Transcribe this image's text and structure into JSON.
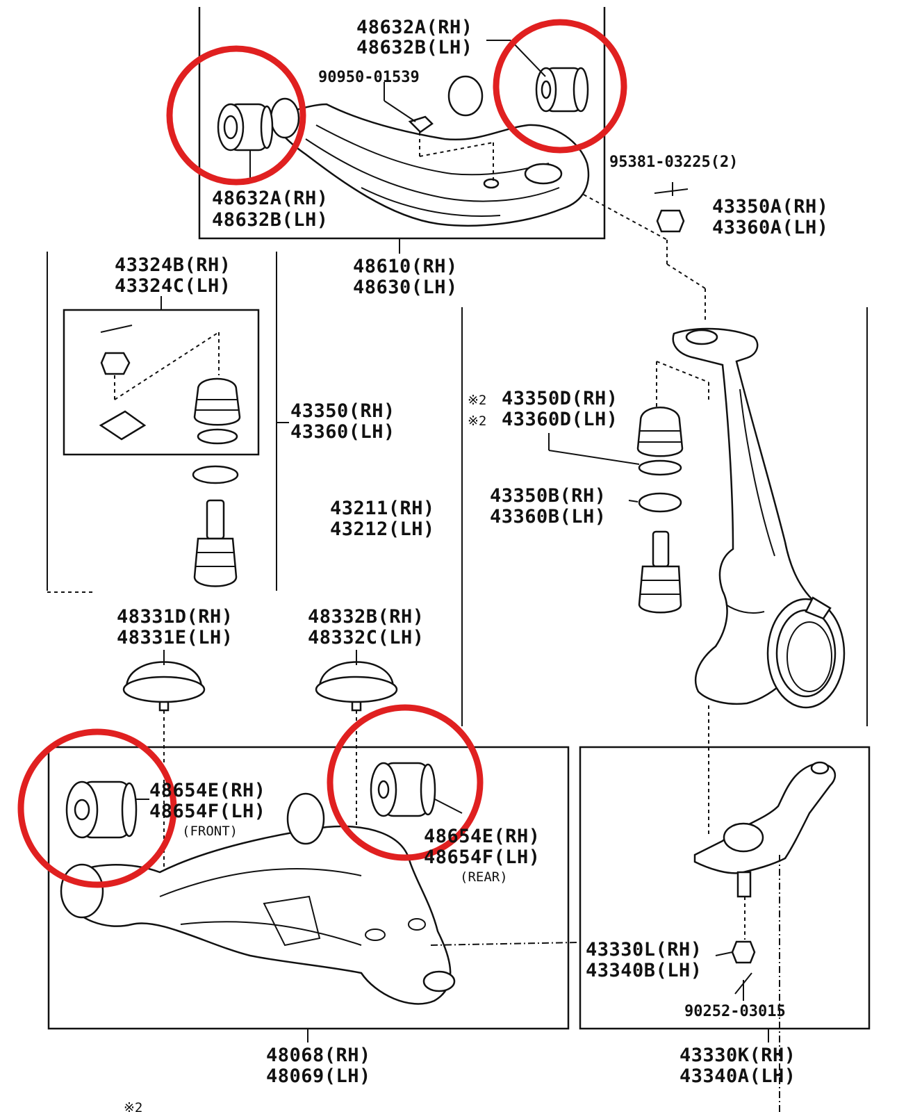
{
  "diagram": {
    "labels": {
      "upper_bushing_top_rh": "48632A(RH)",
      "upper_bushing_top_lh": "48632B(LH)",
      "bolt_90950": "90950-01539",
      "upper_bushing_left_rh": "48632A(RH)",
      "upper_bushing_left_lh": "48632B(LH)",
      "nut_95381": "95381-03225(2)",
      "nut_43350a_rh": "43350A(RH)",
      "nut_43360a_lh": "43360A(LH)",
      "upper_arm_rh": "48610(RH)",
      "upper_arm_lh": "48630(LH)",
      "boot_kit_rh": "43324B(RH)",
      "boot_kit_lh": "43324C(LH)",
      "ball_joint_rh": "43350(RH)",
      "ball_joint_lh": "43360(LH)",
      "boot_d_mark_1": "※2",
      "boot_d_rh": "43350D(RH)",
      "boot_d_mark_2": "※2",
      "boot_d_lh": "43360D(LH)",
      "snap_ring_rh": "43350B(RH)",
      "snap_ring_lh": "43360B(LH)",
      "knuckle_rh": "43211(RH)",
      "knuckle_lh": "43212(LH)",
      "stopper_d_rh": "48331D(RH)",
      "stopper_e_lh": "48331E(LH)",
      "stopper_b_rh": "48332B(RH)",
      "stopper_c_lh": "48332C(LH)",
      "front_bushing_rh": "48654E(RH)",
      "front_bushing_lh": "48654F(LH)",
      "front_note": "(FRONT)",
      "rear_bushing_rh": "48654E(RH)",
      "rear_bushing_lh": "48654F(LH)",
      "rear_note": "(REAR)",
      "lower_nut_rh": "43330L(RH)",
      "lower_nut_lh": "43340B(LH)",
      "cotter_pin": "90252-03015",
      "lower_arm_rh": "48068(RH)",
      "lower_arm_lh": "48069(LH)",
      "lower_ball_joint_rh": "43330K(RH)",
      "lower_ball_joint_lh": "43340A(LH)",
      "bottom_mark": "※2"
    },
    "highlight_color": "#e02020",
    "line_color": "#111111"
  }
}
